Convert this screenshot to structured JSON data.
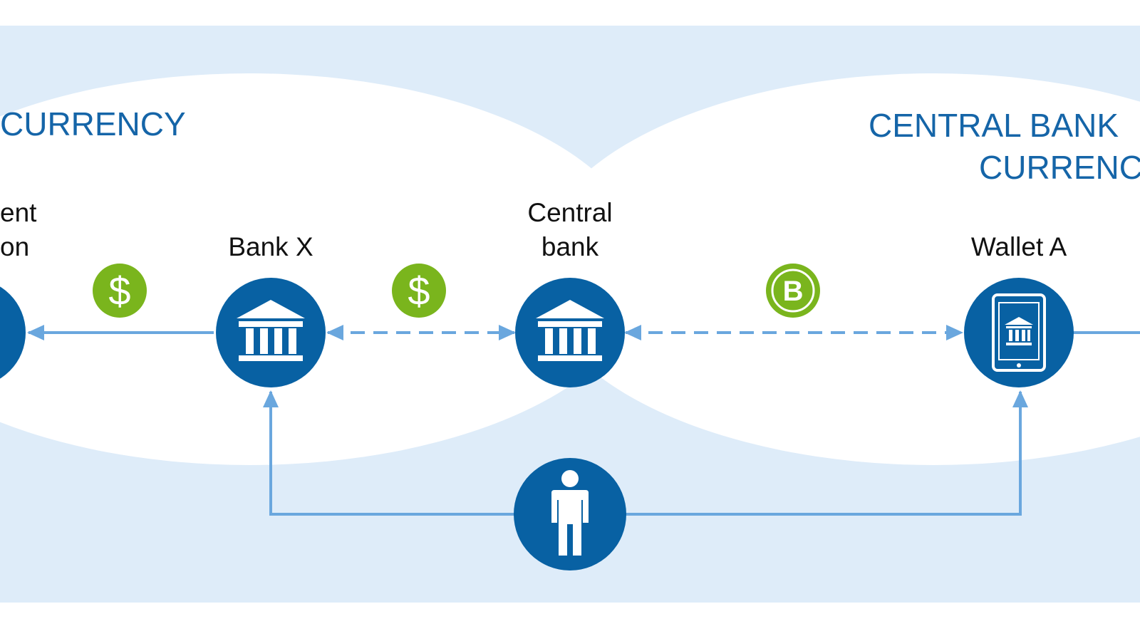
{
  "colors": {
    "band": "#deecf9",
    "ellipse": "#ffffff",
    "node": "#0861a3",
    "arrow": "#6aa7de",
    "coin": "#7ab51d",
    "heading": "#1565a8",
    "label": "#111111"
  },
  "headings": {
    "left": "CURRENCY",
    "right_line1": "CENTRAL BANK",
    "right_line2": "CURRENC"
  },
  "nodes": {
    "partial_left": {
      "line1": "ent",
      "line2": "on",
      "icon": "bank-icon"
    },
    "bank_x": {
      "label": "Bank X",
      "icon": "bank-icon"
    },
    "central_bank": {
      "line1": "Central",
      "line2": "bank",
      "icon": "bank-icon"
    },
    "wallet_a": {
      "label": "Wallet A",
      "icon": "tablet-bank-icon"
    },
    "person": {
      "icon": "person-icon"
    }
  },
  "coins": [
    {
      "symbol": "$",
      "icon": "dollar-coin-icon"
    },
    {
      "symbol": "$",
      "icon": "dollar-coin-icon"
    },
    {
      "symbol": "B",
      "icon": "bitcoin-coin-icon"
    }
  ]
}
